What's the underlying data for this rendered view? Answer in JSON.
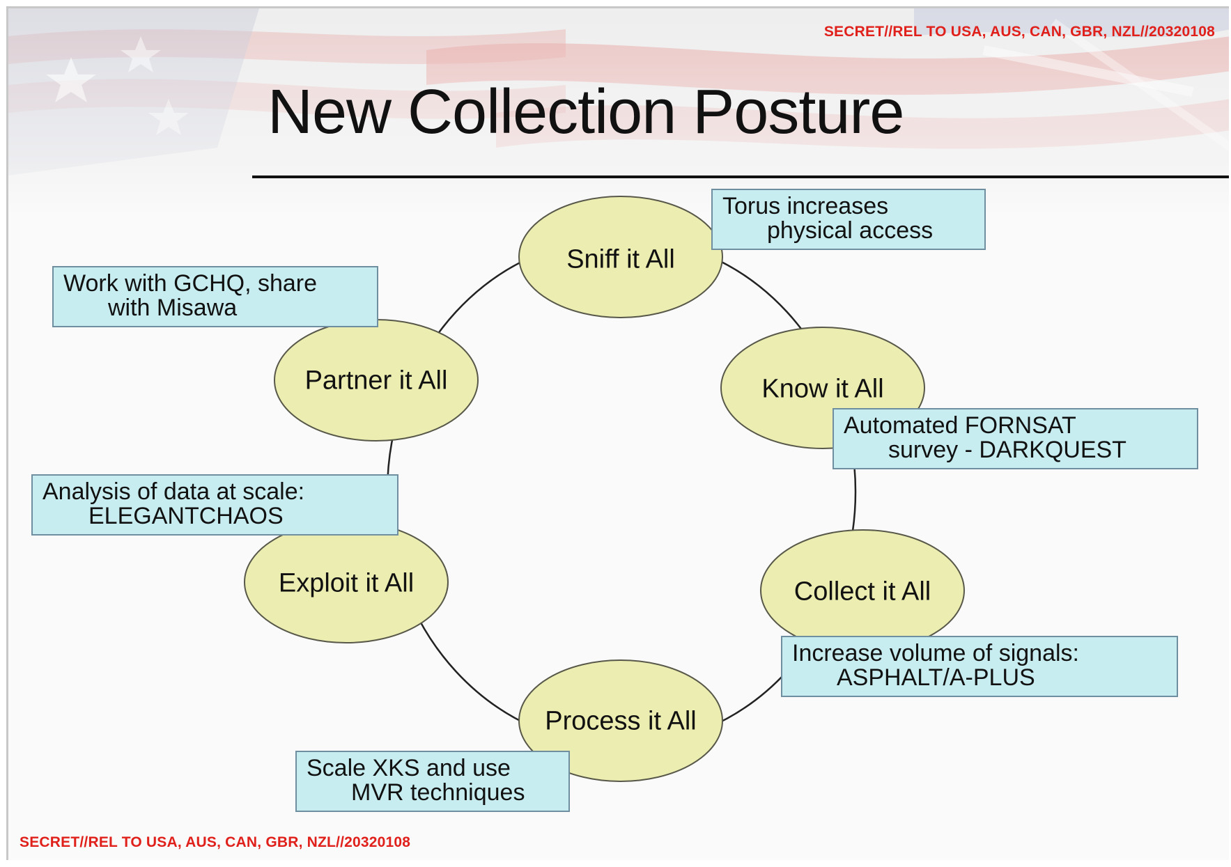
{
  "classification": {
    "top": "SECRET//REL TO USA, AUS, CAN, GBR, NZL//20320108",
    "bottom": "SECRET//REL TO USA, AUS, CAN, GBR, NZL//20320108",
    "color": "#e0201b"
  },
  "title": "New Collection Posture",
  "colors": {
    "node_fill": "#ecedb0",
    "node_stroke": "#58584a",
    "callout_fill": "#c8edf0",
    "callout_stroke": "#6f8fa0"
  },
  "cycle": [
    {
      "label": "Sniff it All"
    },
    {
      "label": "Know it All"
    },
    {
      "label": "Collect it All"
    },
    {
      "label": "Process it All"
    },
    {
      "label": "Exploit it All"
    },
    {
      "label": "Partner it All"
    }
  ],
  "callouts": {
    "sniff": {
      "line1": "Torus increases",
      "line2": "physical access"
    },
    "know": {
      "line1": "Automated FORNSAT",
      "line2": "survey - DARKQUEST"
    },
    "collect": {
      "line1": "Increase volume of signals:",
      "line2": "ASPHALT/A-PLUS"
    },
    "process": {
      "line1": "Scale XKS and use",
      "line2": "MVR techniques"
    },
    "exploit": {
      "line1": "Analysis of data at scale:",
      "line2": "ELEGANTCHAOS"
    },
    "partner": {
      "line1": "Work with GCHQ, share",
      "line2": "with Misawa"
    }
  }
}
